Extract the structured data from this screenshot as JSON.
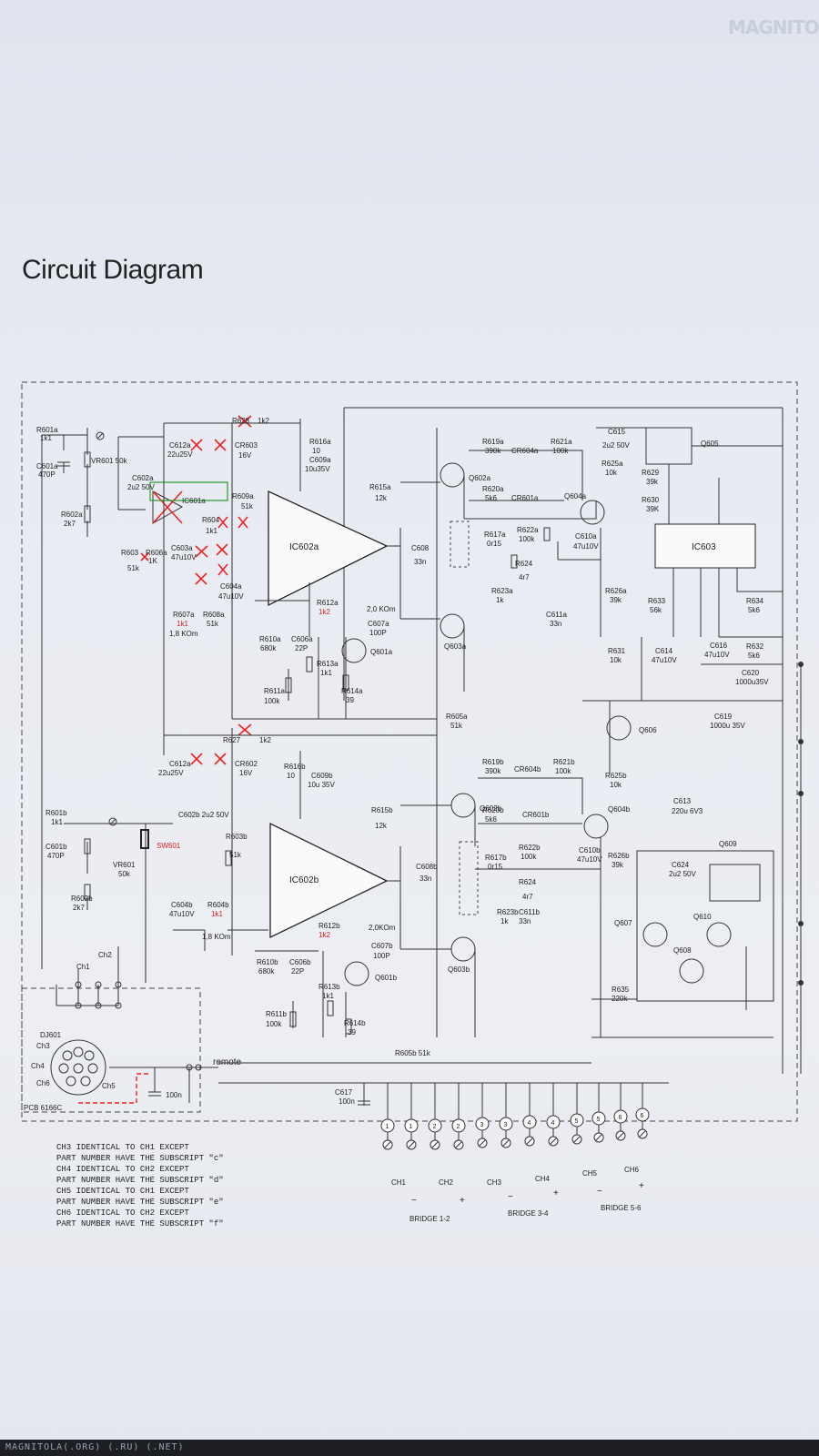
{
  "logo": "MAGNITOLA",
  "title": "Circuit Diagram",
  "footer": "MAGNITOLA(.ORG) (.RU) (.NET)",
  "components": {
    "R601a": "R601a",
    "R601a_v": "1k1",
    "C601a": "C601a",
    "C601a_v": "470P",
    "VR601": "VR601 50k",
    "C602a": "C602a",
    "C602a_v": "2u2 50V",
    "R602a": "R602a",
    "R602a_v": "2k7",
    "R603": "R603",
    "R603_v": "51k",
    "R606a": "R606a",
    "R606a_v": "1K",
    "R628": "R628",
    "R628_v": "1k2",
    "C612a": "C612a",
    "C612a_v": "22u25V",
    "CR603": "CR603",
    "CR603_v": "16V",
    "IC601a": "IC601a",
    "R604": "R604",
    "R604_v": "1k1",
    "R609a": "R609a",
    "R609a_v": "51k",
    "C603a": "C603a",
    "C603a_v": "47u10V",
    "C604a": "C604a",
    "C604a_v": "47u10V",
    "R607a": "R607a",
    "R607a_v": "1k1",
    "R607a_note": "1,8 KOm",
    "R608a": "R608a",
    "R608a_v": "51k",
    "R616a": "R616a",
    "R616a_v": "10",
    "C609a": "C609a",
    "C609a_v": "10u35V",
    "IC602a": "IC602a",
    "R615a": "R615a",
    "R615a_v": "12k",
    "C608a": "C608",
    "C608a_v": "33n",
    "R612a": "R612a",
    "R612a_v": "1k2",
    "R612a_note": "2,0 KOm",
    "C607a": "C607a",
    "C607a_v": "100P",
    "Q601a": "Q601a",
    "R610a": "R610a",
    "R610a_v": "680k",
    "C606a": "C606a",
    "C606a_v": "22P",
    "R613a": "R613a",
    "R613a_v": "1k1",
    "R614a": "R614a",
    "R614a_v": "39",
    "R611a": "R611a",
    "R611a_v": "100k",
    "R605a": "R605a",
    "R605a_v": "51k",
    "Q602a": "Q602a",
    "Q603a": "Q603a",
    "Q604a": "Q604a",
    "R619a": "R619a",
    "R619a_v": "390k",
    "CR604a": "CR604a",
    "R621a": "R621a",
    "R621a_v": "100k",
    "R620a": "R620a",
    "R620a_v": "5k6",
    "CR601a": "CR601a",
    "R617a": "R617a",
    "R617a_v": "0r15",
    "R622a": "R622a",
    "R622a_v": "100k",
    "C610a": "C610a",
    "C610a_v": "47u10V",
    "R624a": "R624",
    "R624a_v": "4r7",
    "R623a": "R623a",
    "R623a_v": "1k",
    "C611a": "C611a",
    "C611a_v": "33n",
    "R625a": "R625a",
    "R625a_v": "10k",
    "C615": "C615",
    "C615_v": "2u2 50V",
    "Q605": "Q605",
    "R629": "R629",
    "R629_v": "39k",
    "R630": "R630",
    "R630_v": "39K",
    "IC603": "IC603",
    "R626a": "R626a",
    "R626a_v": "39k",
    "R633": "R633",
    "R633_v": "56k",
    "R634": "R634",
    "R634_v": "5k6",
    "R632": "R632",
    "R632_v": "5k6",
    "R631": "R631",
    "R631_v": "10k",
    "C614": "C614",
    "C614_v": "47u10V",
    "C616": "C616",
    "C616_v": "47u10V",
    "C620": "C620",
    "C620_v": "1000u35V",
    "C619": "C619",
    "C619_v": "1000u 35V",
    "Q606": "Q606",
    "R627": "R627",
    "R627_v": "1k2",
    "C612b": "C612a",
    "C612b_v": "22u25V",
    "CR602": "CR602",
    "CR602_v": "16V",
    "R616b": "R616b",
    "R616b_v": "10",
    "C609b": "C609b",
    "C609b_v": "10u 35V",
    "R601b": "R601b",
    "R601b_v": "1k1",
    "C601b": "C601b",
    "C601b_v": "470P",
    "VR601b": "VR601",
    "VR601b_v": "50k",
    "C602b": "C602b 2u2 50V",
    "SW601": "SW601",
    "R603b": "R603b",
    "R603b_v": "51k",
    "R602b": "R602b",
    "R602b_v": "2k7",
    "C604b": "C604b",
    "C604b_v": "47u10V",
    "R604b": "R604b",
    "R604b_v": "1k1",
    "R604b_note": "1,8 KOm",
    "IC602b": "IC602b",
    "R615b": "R615b",
    "R615b_v": "12k",
    "C608b": "C608b",
    "C608b_v": "33n",
    "R612b": "R612b",
    "R612b_v": "1k2",
    "R612b_note": "2,0KOm",
    "C607b": "C607b",
    "C607b_v": "100P",
    "Q601b": "Q601b",
    "R610b": "R610b",
    "R610b_v": "680k",
    "C606b": "C606b",
    "C606b_v": "22P",
    "R613b": "R613b",
    "R613b_v": "1k1",
    "R614b": "R614b",
    "R614b_v": "39",
    "R611b": "R611b",
    "R611b_v": "100k",
    "R605b": "R605b 51k",
    "Q602b": "Q602b",
    "Q603b": "Q603b",
    "Q604b": "Q604b",
    "R619b": "R619b",
    "R619b_v": "390k",
    "CR604b": "CR604b",
    "R621b": "R621b",
    "R621b_v": "100k",
    "R620b": "R620b",
    "R620b_v": "5k6",
    "CR601b": "CR601b",
    "R617b": "R617b",
    "R617b_v": "0r15",
    "R622b": "R622b",
    "R622b_v": "100k",
    "C610b": "C610b",
    "C610b_v": "47u10V",
    "R624b": "R624",
    "R624b_v": "4r7",
    "R623b": "R623b",
    "R623b_v": "1k",
    "C611b": "C611b",
    "C611b_v": "33n",
    "R625b": "R625b",
    "R625b_v": "10k",
    "R626b": "R626b",
    "R626b_v": "39k",
    "C613": "C613",
    "C613_v": "220u 6V3",
    "C624": "C624",
    "C624_v": "2u2 50V",
    "Q609": "Q609",
    "Q607": "Q607",
    "Q610": "Q610",
    "Q608": "Q608",
    "R635": "R635",
    "R635_v": "220k",
    "DJ601": "DJ601",
    "PCB": "PCB 6166C",
    "C617": "C617",
    "C617_v": "100n",
    "cap100n": "100n",
    "remote": "remote",
    "ch1": "Ch1",
    "ch2": "Ch2",
    "ch3": "Ch3",
    "ch4": "Ch4",
    "ch5": "Ch5",
    "ch6": "Ch6"
  },
  "terminals": [
    "1",
    "1",
    "2",
    "2",
    "3",
    "3",
    "4",
    "4",
    "5",
    "5",
    "6",
    "6"
  ],
  "outputs": {
    "CH1": "CH1",
    "CH2": "CH2",
    "CH3": "CH3",
    "CH4": "CH4",
    "CH5": "CH5",
    "CH6": "CH6",
    "bridge12": "BRIDGE 1-2",
    "bridge34": "BRIDGE 3-4",
    "bridge56": "BRIDGE 5-6",
    "plus": "+",
    "minus": "−"
  },
  "notes": [
    "CH3 IDENTICAL TO CH1 EXCEPT",
    "PART NUMBER HAVE THE SUBSCRIPT \"c\"",
    "CH4 IDENTICAL TO CH2 EXCEPT",
    "PART NUMBER HAVE THE SUBSCRIPT \"d\"",
    "CH5 IDENTICAL TO CH1 EXCEPT",
    "PART NUMBER HAVE THE SUBSCRIPT \"e\"",
    "CH6 IDENTICAL TO CH2 EXCEPT",
    "PART NUMBER HAVE THE SUBSCRIPT \"f\""
  ]
}
